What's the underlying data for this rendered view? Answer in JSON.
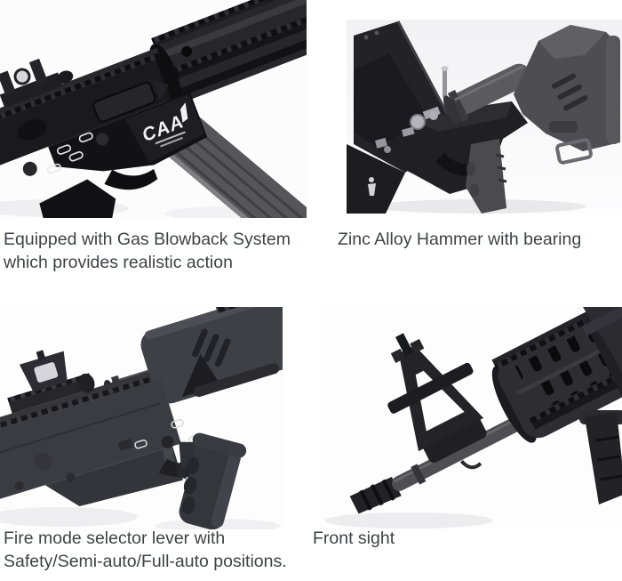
{
  "colors": {
    "page_background": "#ffffff",
    "caption_text": "#3e4347",
    "gun_black": "#1a1a1e",
    "gun_gray": "#4c4c50",
    "metal_silver": "#b4b4ba",
    "marking_white": "#f2f2f4"
  },
  "figures": [
    {
      "id": "gas-blowback",
      "subject": "rifle receiver with CAA marking, quad-rail handguard and magazine",
      "receiver_marking": "CAA",
      "caption_lines": [
        "Equipped with Gas Blowback System",
        "which provides realistic action"
      ]
    },
    {
      "id": "zinc-hammer",
      "subject": "opened lower receiver showing silver hammer, buffer tube and stock",
      "caption_lines": [
        "Zinc Alloy Hammer with bearing"
      ]
    },
    {
      "id": "fire-selector",
      "subject": "receiver with fire mode selector lever, rear sight and pistol grip",
      "caption_lines": [
        "Fire mode selector lever with",
        "Safety/Semi-auto/Full-auto positions."
      ]
    },
    {
      "id": "front-sight",
      "subject": "barrel with triangular front sight and vented rail handguard",
      "caption_lines": [
        "Front sight"
      ]
    }
  ]
}
